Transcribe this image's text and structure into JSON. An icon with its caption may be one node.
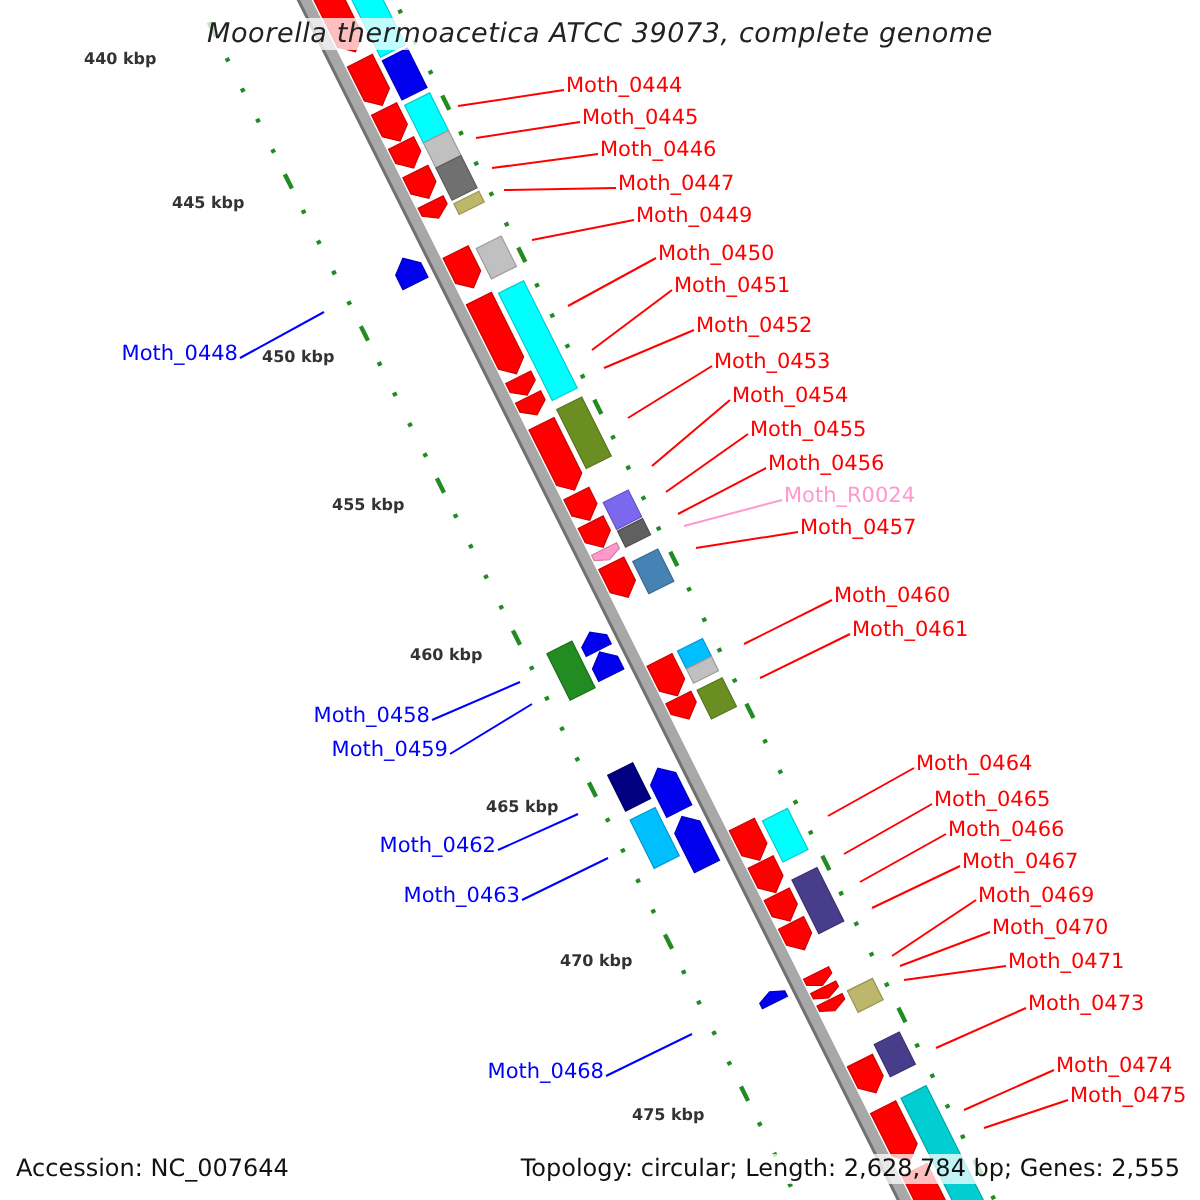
{
  "diagram": {
    "title": "Moorella thermoacetica ATCC 39073, complete genome",
    "nodes": [
      {
        "text": [
          "Moth_0444"
        ]
      },
      {
        "text": [
          "Moth_0445"
        ]
      },
      {
        "text": [
          "Moth_0446"
        ]
      },
      {
        "text": [
          "Moth_0447"
        ]
      },
      {
        "text": [
          "Moth_0449"
        ]
      },
      {
        "text": [
          "Moth_0450"
        ]
      },
      {
        "text": [
          "Moth_0451"
        ]
      },
      {
        "text": [
          "Moth_0452"
        ]
      },
      {
        "text": [
          "Moth_0448"
        ]
      },
      {
        "text": [
          "Moth_0453"
        ]
      },
      {
        "text": [
          "Moth_0454"
        ]
      },
      {
        "text": [
          "Moth_0455"
        ]
      },
      {
        "text": [
          "Moth_0456"
        ]
      },
      {
        "text": [
          "Moth_R0024"
        ]
      },
      {
        "text": [
          "Moth_0457"
        ]
      },
      {
        "text": [
          "Moth_0460"
        ]
      },
      {
        "text": [
          "Moth_0461"
        ]
      },
      {
        "text": [
          "Moth_0458"
        ]
      },
      {
        "text": [
          "Moth_0459"
        ]
      },
      {
        "text": [
          "Moth_0464"
        ]
      },
      {
        "text": [
          "Moth_0465"
        ]
      },
      {
        "text": [
          "Moth_0466"
        ]
      },
      {
        "text": [
          "Moth_0462"
        ]
      },
      {
        "text": [
          "Moth_0467"
        ]
      },
      {
        "text": [
          "Moth_0469"
        ]
      },
      {
        "text": [
          "Moth_0463"
        ]
      },
      {
        "text": [
          "Moth_0470"
        ]
      },
      {
        "text": [
          "Moth_0471"
        ]
      },
      {
        "text": [
          "Moth_0473"
        ]
      },
      {
        "text": [
          "Moth_0474"
        ]
      },
      {
        "text": [
          "Moth_0468"
        ]
      },
      {
        "text": [
          "Moth_0475"
        ]
      }
    ],
    "edges": [
      {
        "from": 0,
        "to": null,
        "arrow": "none"
      },
      {
        "from": 1,
        "to": null,
        "arrow": "none"
      },
      {
        "from": 2,
        "to": null,
        "arrow": "none"
      },
      {
        "from": 3,
        "to": null,
        "arrow": "none"
      },
      {
        "from": 4,
        "to": null,
        "arrow": "none"
      },
      {
        "from": 5,
        "to": null,
        "arrow": "none"
      },
      {
        "from": 6,
        "to": null,
        "arrow": "none"
      },
      {
        "from": 7,
        "to": null,
        "arrow": "none"
      },
      {
        "from": 8,
        "to": null,
        "arrow": "none",
        "color": "#0000ff"
      },
      {
        "from": 9,
        "to": null,
        "arrow": "none"
      },
      {
        "from": 10,
        "to": null,
        "arrow": "none"
      },
      {
        "from": 11,
        "to": null,
        "arrow": "none"
      },
      {
        "from": 12,
        "to": null,
        "arrow": "none"
      },
      {
        "from": 13,
        "to": null,
        "arrow": "none",
        "color": "#ff99cc"
      },
      {
        "from": 14,
        "to": null,
        "arrow": "none"
      },
      {
        "from": 15,
        "to": null,
        "arrow": "none"
      },
      {
        "from": 16,
        "to": null,
        "arrow": "none"
      },
      {
        "from": 17,
        "to": null,
        "arrow": "none",
        "color": "#0000ff"
      },
      {
        "from": 18,
        "to": null,
        "arrow": "none",
        "color": "#0000ff"
      },
      {
        "from": 19,
        "to": null,
        "arrow": "none"
      },
      {
        "from": 20,
        "to": null,
        "arrow": "none"
      },
      {
        "from": 21,
        "to": null,
        "arrow": "none"
      },
      {
        "from": 22,
        "to": null,
        "arrow": "none",
        "color": "#0000ff"
      },
      {
        "from": 23,
        "to": null,
        "arrow": "none"
      },
      {
        "from": 24,
        "to": null,
        "arrow": "none"
      },
      {
        "from": 25,
        "to": null,
        "arrow": "none",
        "color": "#0000ff"
      },
      {
        "from": 26,
        "to": null,
        "arrow": "none"
      },
      {
        "from": 27,
        "to": null,
        "arrow": "none"
      },
      {
        "from": 28,
        "to": null,
        "arrow": "none"
      },
      {
        "from": 29,
        "to": null,
        "arrow": "none"
      },
      {
        "from": 30,
        "to": null,
        "arrow": "none",
        "color": "#0000ff"
      },
      {
        "from": 31,
        "to": null,
        "arrow": "none"
      }
    ],
    "labels": [
      "440 kbp",
      "445 kbp",
      "450 kbp",
      "455 kbp",
      "460 kbp",
      "465 kbp",
      "470 kbp",
      "475 kbp",
      "Accession: NC_007644",
      "Topology: circular; Length: 2,628,784 bp; Genes: 2,555"
    ]
  }
}
